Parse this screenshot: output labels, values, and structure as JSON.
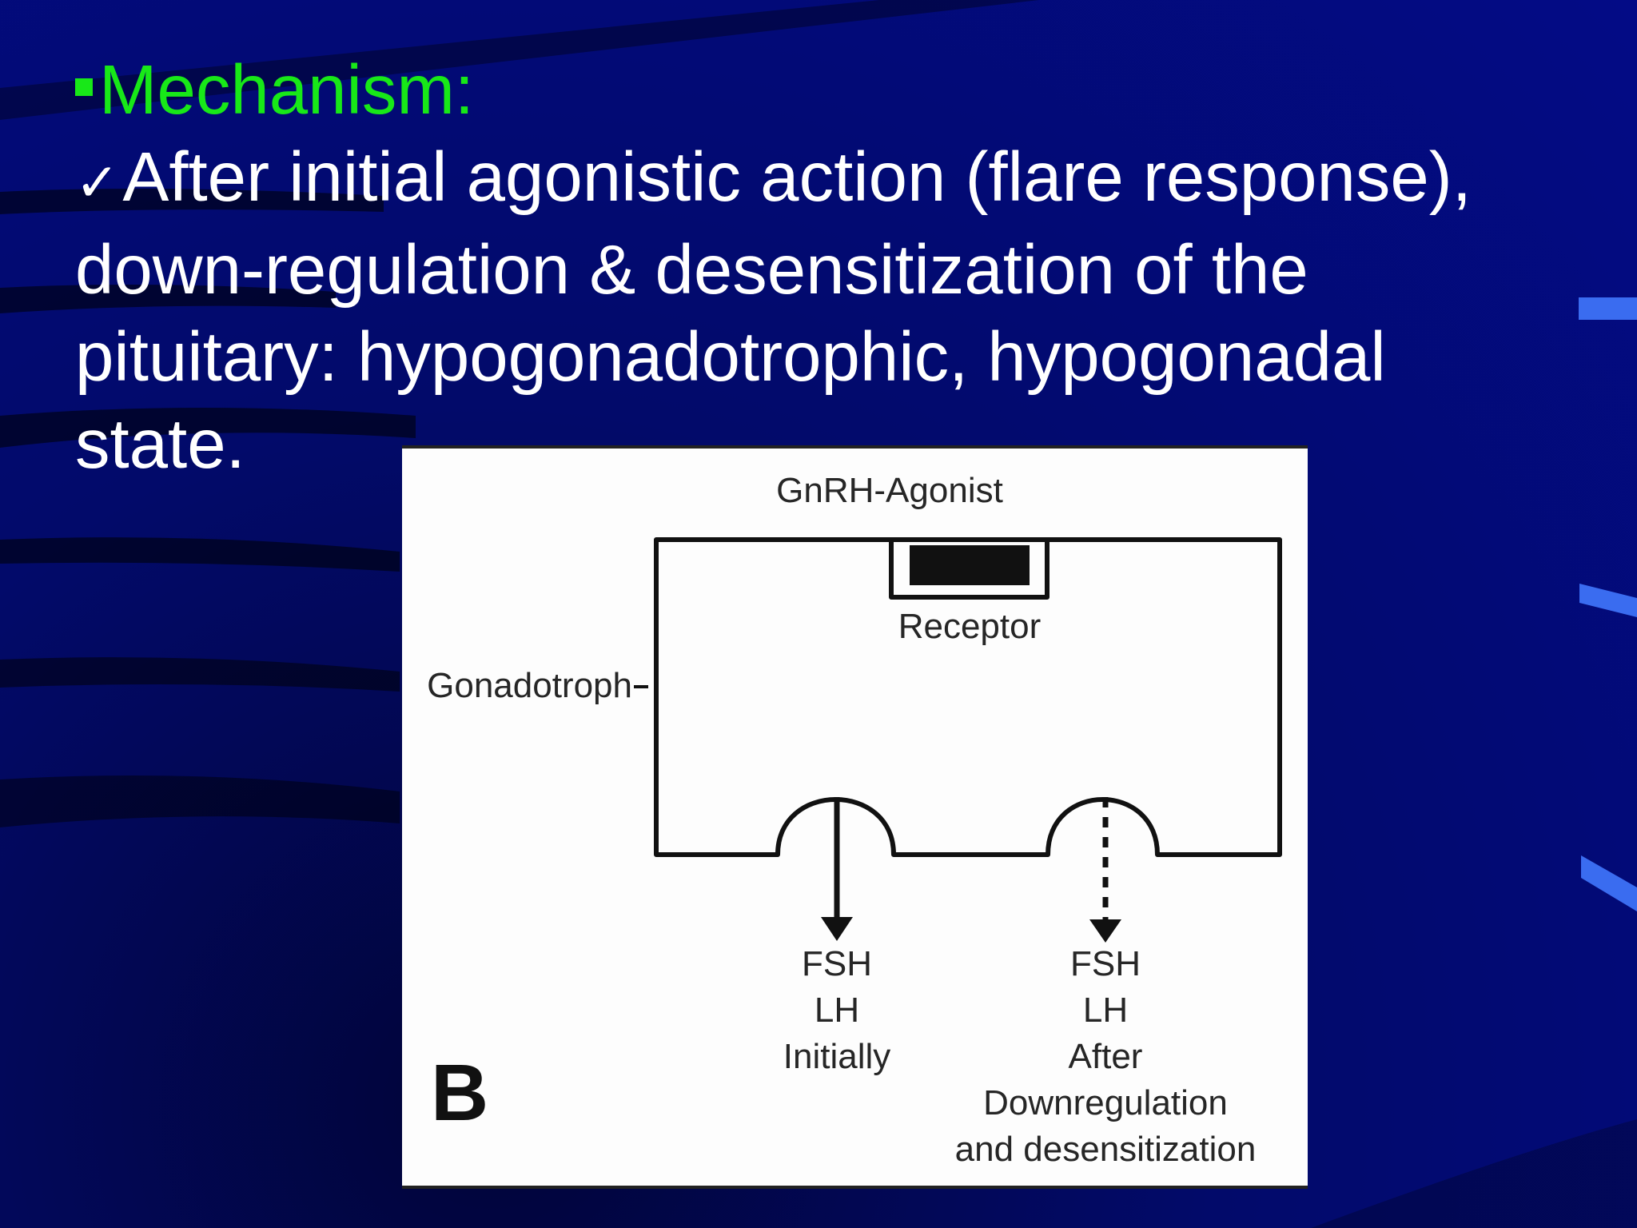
{
  "slide": {
    "heading": "Mechanism:",
    "body_line_1": "After initial agonistic action (flare response),",
    "body_line_2": "down-regulation & desensitization of the",
    "body_line_3": "pituitary: hypogonadotrophic, hypogonadal",
    "body_line_4": "state.",
    "bullet_icon": "green-square-bullet-icon",
    "check_icon": "checkmark-icon"
  },
  "figure": {
    "top_label": "GnRH-Agonist",
    "receptor_label": "Receptor",
    "cell_label": "Gonadotroph",
    "left_output": {
      "line1": "FSH",
      "line2": "LH",
      "line3": "Initially"
    },
    "right_output": {
      "line1": "FSH",
      "line2": "LH",
      "line3": "After",
      "line4": "Downregulation",
      "line5": "and desensitization"
    },
    "panel_letter": "B"
  },
  "colors": {
    "background": "#020a6a",
    "heading": "#18e818",
    "text": "#ffffff",
    "figure_ink": "#111111"
  }
}
